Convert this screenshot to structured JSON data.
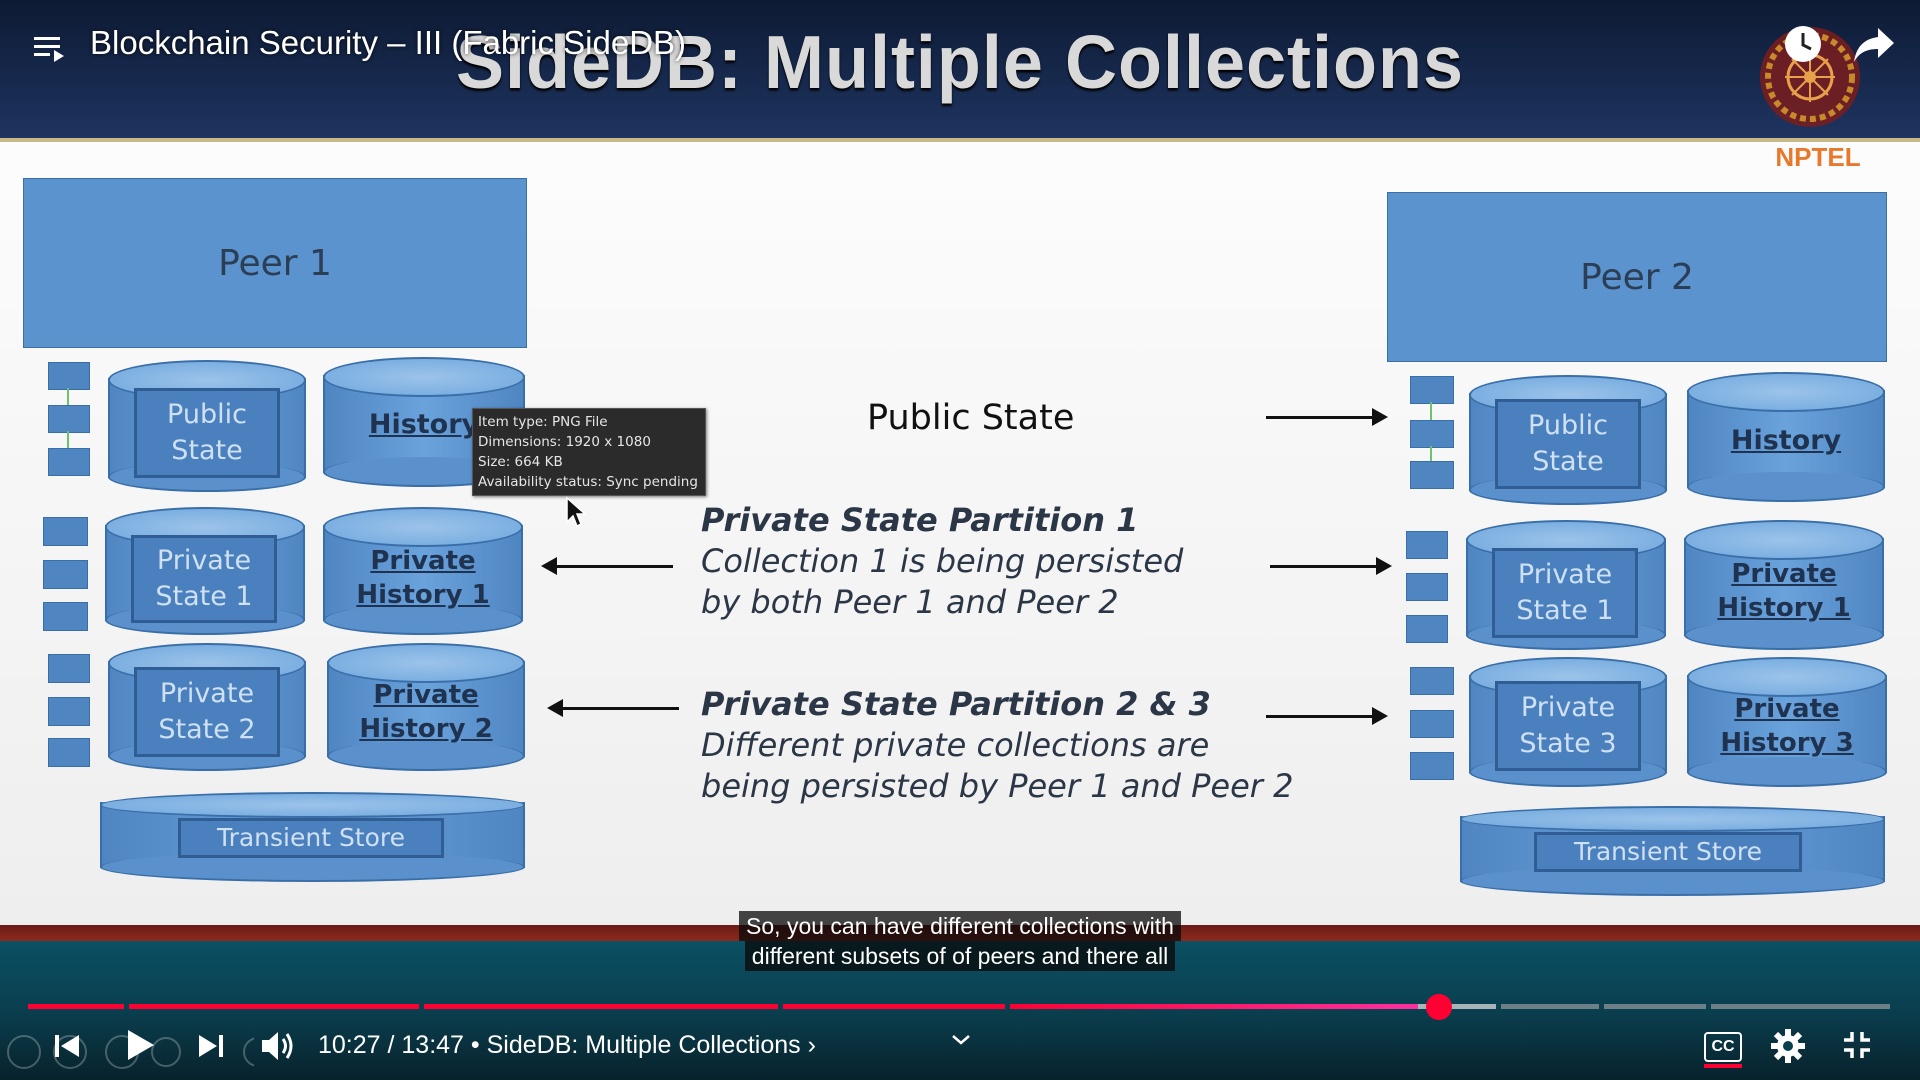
{
  "player": {
    "video_title": "Blockchain Security – III (Fabric SideDB)",
    "time_current": "10:27",
    "time_total": "13:47",
    "chapter": "SideDB: Multiple Collections",
    "time_display": "10:27 / 13:47 • SideDB: Multiple Collections ›",
    "progress_fraction": 0.757,
    "icons": {
      "menu": "playlist-menu-icon",
      "watch_later": "clock-icon",
      "share": "share-arrow-icon",
      "previous": "skip-previous-icon",
      "play": "play-icon",
      "next": "skip-next-icon",
      "volume": "volume-icon",
      "cc": "closed-captions-icon",
      "settings": "gear-icon",
      "fullscreen": "exit-fullscreen-icon",
      "chapter_chevron": "chevron-down-icon"
    },
    "cc_label": "CC",
    "captions": [
      "So, you can have different collections with",
      "different subsets of of peers and there all"
    ],
    "colors": {
      "progress_played": "#ff0033",
      "progress_unplayed": "#6d7f87"
    }
  },
  "slide": {
    "title": "SideDB: Multiple Collections",
    "logo_label": "NPTEL",
    "peer1": {
      "label": "Peer 1",
      "public_state": "Public State",
      "history": "History",
      "private_state_a": "Private State 1",
      "private_history_a": "Private History 1",
      "private_state_b": "Private State 2",
      "private_history_b": "Private History 2",
      "transient": "Transient Store"
    },
    "peer2": {
      "label": "Peer 2",
      "public_state": "Public State",
      "history": "History",
      "private_state_a": "Private State 1",
      "private_history_a": "Private History 1",
      "private_state_b": "Private State 3",
      "private_history_b": "Private History 3",
      "transient": "Transient Store"
    },
    "public_state_caption": "Public State",
    "partition1": {
      "heading": "Private State Partition 1",
      "line1": "Collection 1 is being persisted",
      "line2": "by both Peer 1 and Peer 2"
    },
    "partition23": {
      "heading": "Private State Partition 2 & 3",
      "line1": "Different private collections are",
      "line2": "being persisted by Peer 1 and Peer 2"
    }
  },
  "tooltip": {
    "item_type": "Item type: PNG File",
    "dimensions": "Dimensions: 1920 x 1080",
    "size": "Size: 664 KB",
    "availability": "Availability status: Sync pending"
  }
}
